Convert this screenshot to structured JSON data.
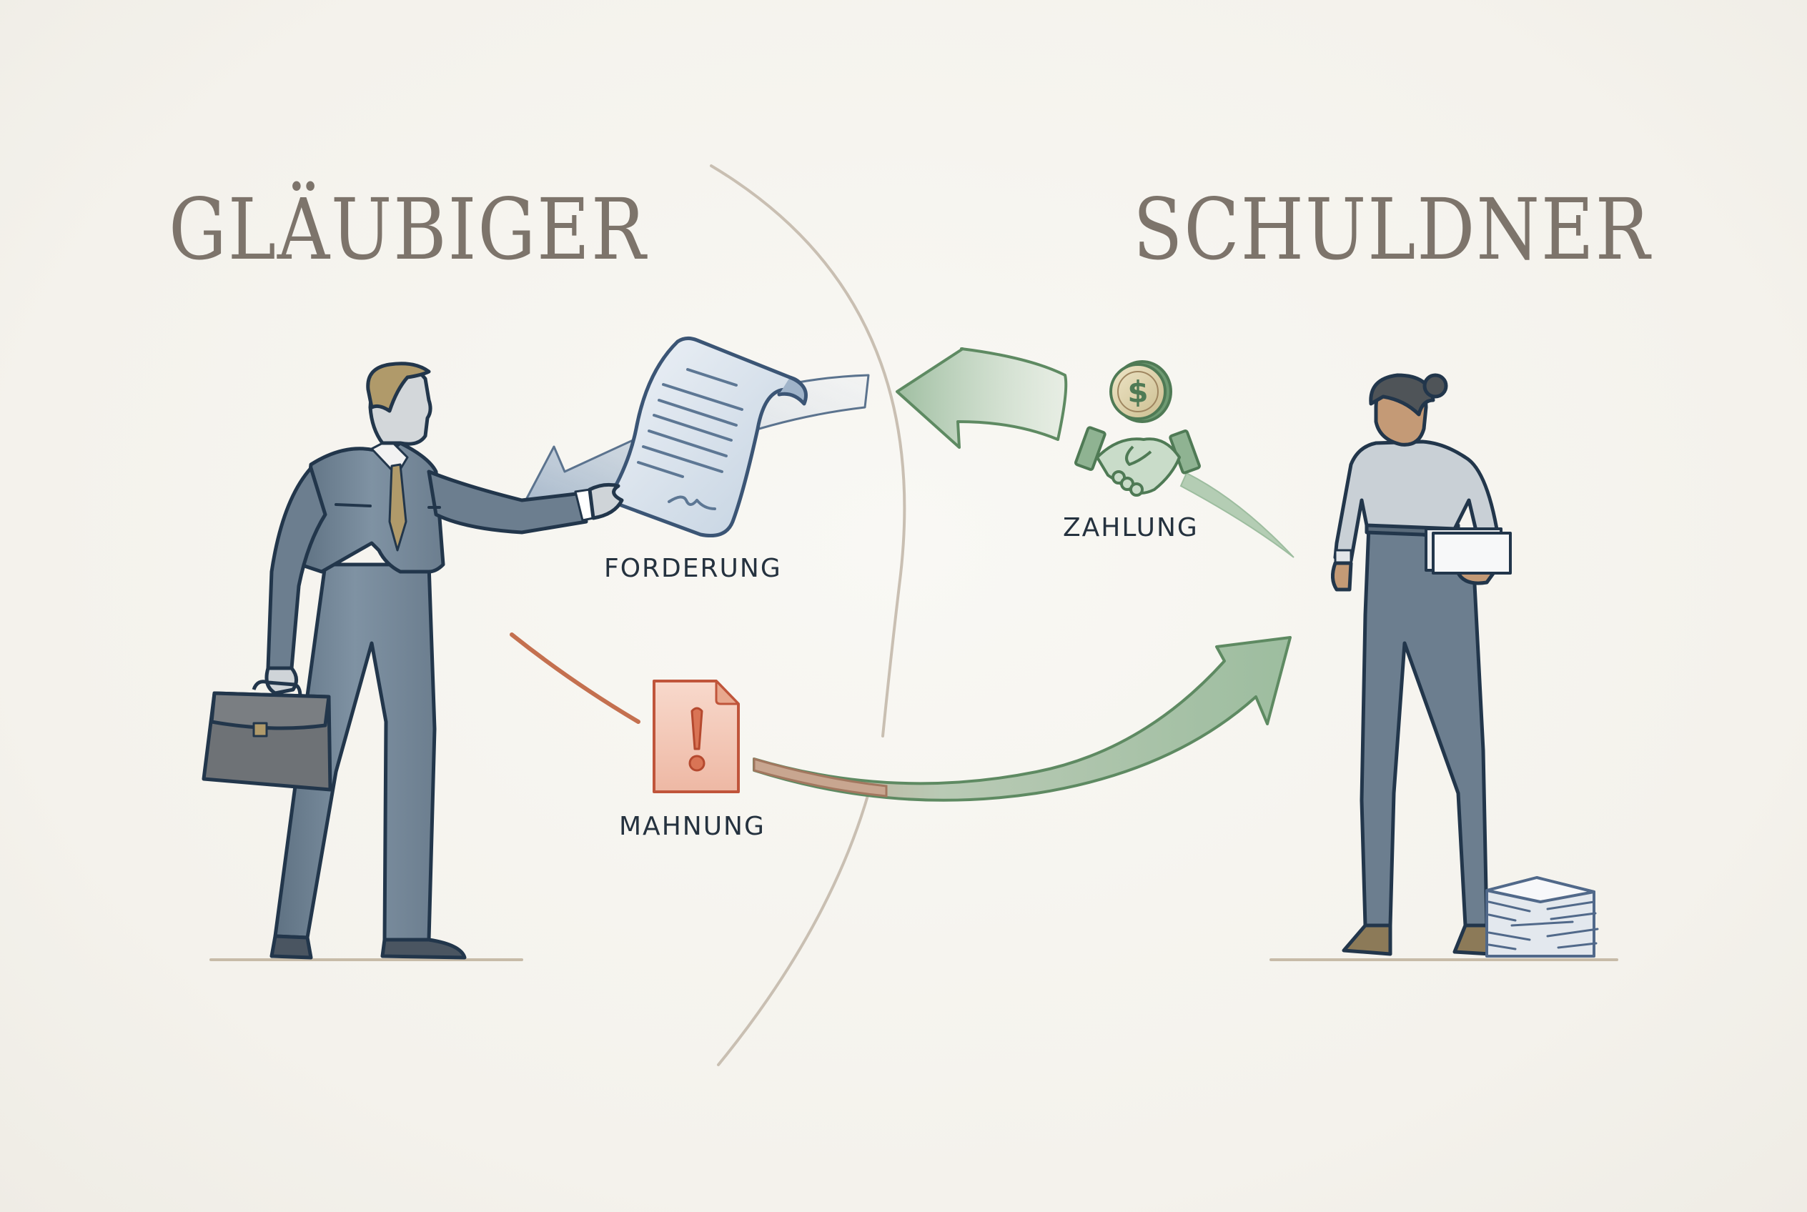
{
  "diagram": {
    "left_party": {
      "title": "GLÄUBIGER",
      "figure": "businessman-with-briefcase"
    },
    "right_party": {
      "title": "SCHULDNER",
      "figure": "businesswoman-holding-folder"
    },
    "flows": [
      {
        "id": "forderung",
        "label": "FORDERUNG",
        "icon": "document-scroll-icon",
        "direction": "left-to-right",
        "color": "#4b6584"
      },
      {
        "id": "mahnung",
        "label": "MAHNUNG",
        "icon": "warning-document-icon",
        "direction": "left-to-right",
        "color": "#c0553b"
      },
      {
        "id": "zahlung",
        "label": "ZAHLUNG",
        "icon": "handshake-coin-icon",
        "direction": "right-to-left",
        "color": "#5e8a62"
      }
    ],
    "coin_symbol": "$",
    "warning_symbol": "!",
    "colors": {
      "background": "#f6f4ef",
      "heading": "#7d746b",
      "label": "#25323f",
      "divider": "#c9bfb2",
      "suit": "#6d7f90",
      "outline": "#22364b",
      "accent_gold": "#b09a6a",
      "green": "#5e8a62",
      "green_fill": "#a9c4aa",
      "red": "#c0553b",
      "red_fill": "#f2c7b7"
    }
  }
}
